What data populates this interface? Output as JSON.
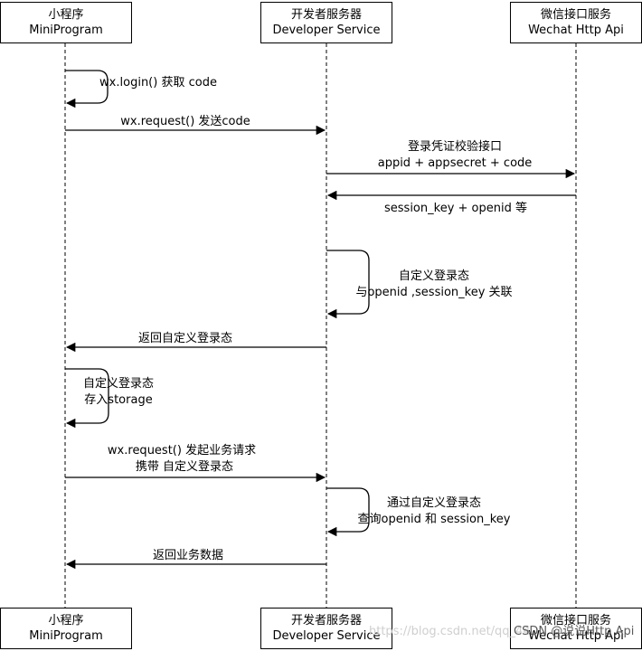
{
  "participants": {
    "mini": {
      "zh": "小程序",
      "en": "MiniProgram"
    },
    "dev": {
      "zh": "开发者服务器",
      "en": "Developer Service"
    },
    "wx": {
      "zh": "微信接口服务",
      "en": "Wechat Http Api"
    }
  },
  "messages": {
    "login": "wx.login() 获取 code",
    "send_code": "wx.request() 发送code",
    "verify_1": "登录凭证校验接口",
    "verify_2": "appid + appsecret + code",
    "session_return": "session_key + openid 等",
    "custom_state_1": "自定义登录态",
    "custom_state_2": "与openid ,session_key 关联",
    "return_state": "返回自定义登录态",
    "store_1": "自定义登录态",
    "store_2": "存入storage",
    "biz_req_1": "wx.request() 发起业务请求",
    "biz_req_2": "携带 自定义登录态",
    "query_1": "通过自定义登录态",
    "query_2": "查询openid 和 session_key",
    "biz_return": "返回业务数据"
  },
  "watermark": {
    "url": "https://blog.csdn.net/qq_44",
    "text": "CSDN @说说Http Api"
  }
}
